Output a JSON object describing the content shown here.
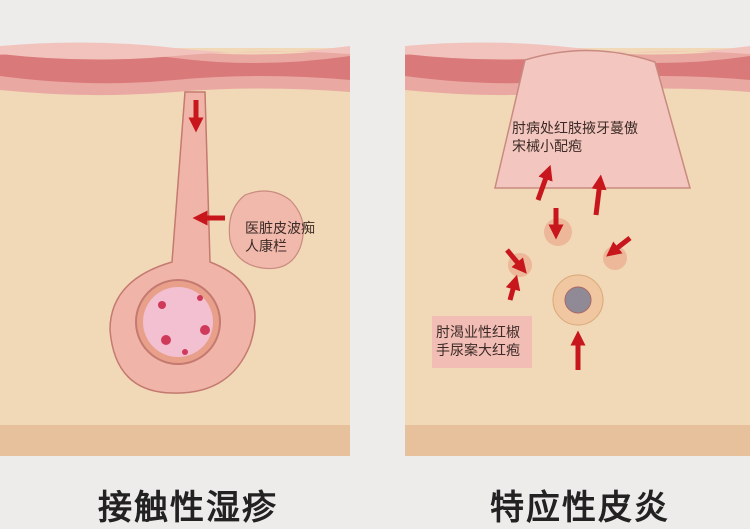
{
  "left_panel": {
    "label_lines": [
      "医脏皮波痴",
      "人康栏"
    ],
    "title": "接触性湿疹"
  },
  "right_panel": {
    "top_label_lines": [
      "肘病处红肢掖牙蔓傲",
      "宋械小配疱"
    ],
    "bottom_label_lines": [
      "肘渴业性红椒",
      "手尿案大红疱"
    ],
    "title": "特应性皮炎"
  },
  "colors": {
    "dermis": "#f1d8b6",
    "epidermis": "#d9797a",
    "arrow": "#c8161d",
    "background": "#eeeceb"
  }
}
